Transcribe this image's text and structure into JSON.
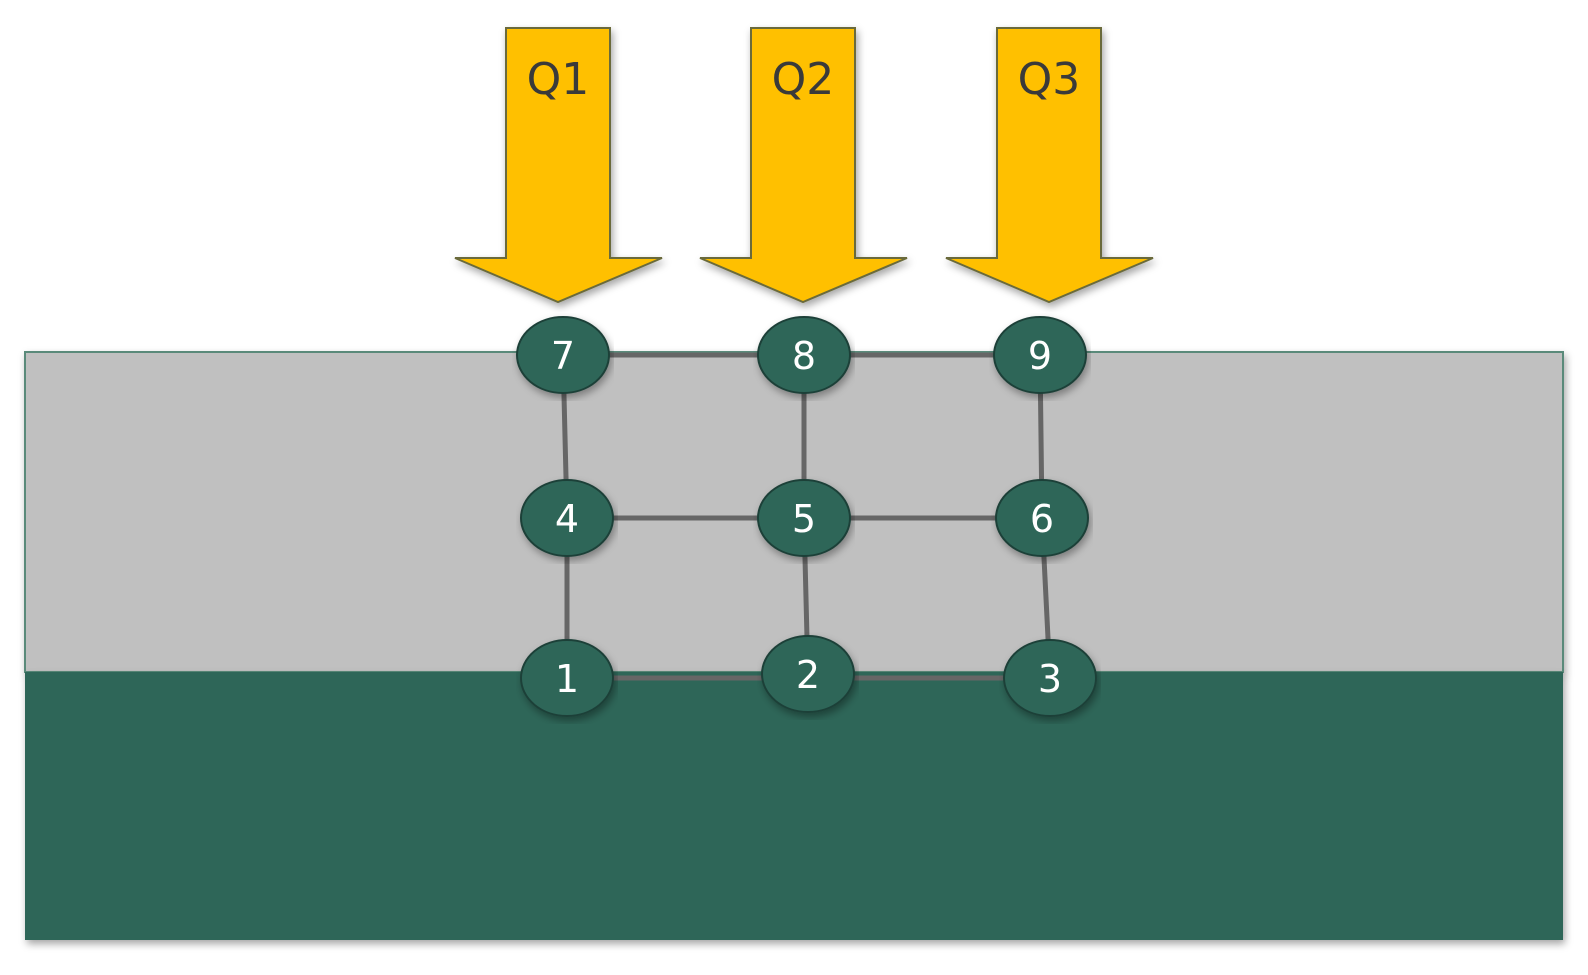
{
  "colors": {
    "upper_layer": "#c0c0c0",
    "lower_layer": "#2e6659",
    "node_fill": "#2e6659",
    "arrow_fill": "#ffc000",
    "arrow_stroke": "#6b6b3a",
    "mesh_line": "#666666"
  },
  "loads": [
    {
      "label": "Q1"
    },
    {
      "label": "Q2"
    },
    {
      "label": "Q3"
    }
  ],
  "nodes": [
    {
      "label": "1"
    },
    {
      "label": "2"
    },
    {
      "label": "3"
    },
    {
      "label": "4"
    },
    {
      "label": "5"
    },
    {
      "label": "6"
    },
    {
      "label": "7"
    },
    {
      "label": "8"
    },
    {
      "label": "9"
    }
  ]
}
